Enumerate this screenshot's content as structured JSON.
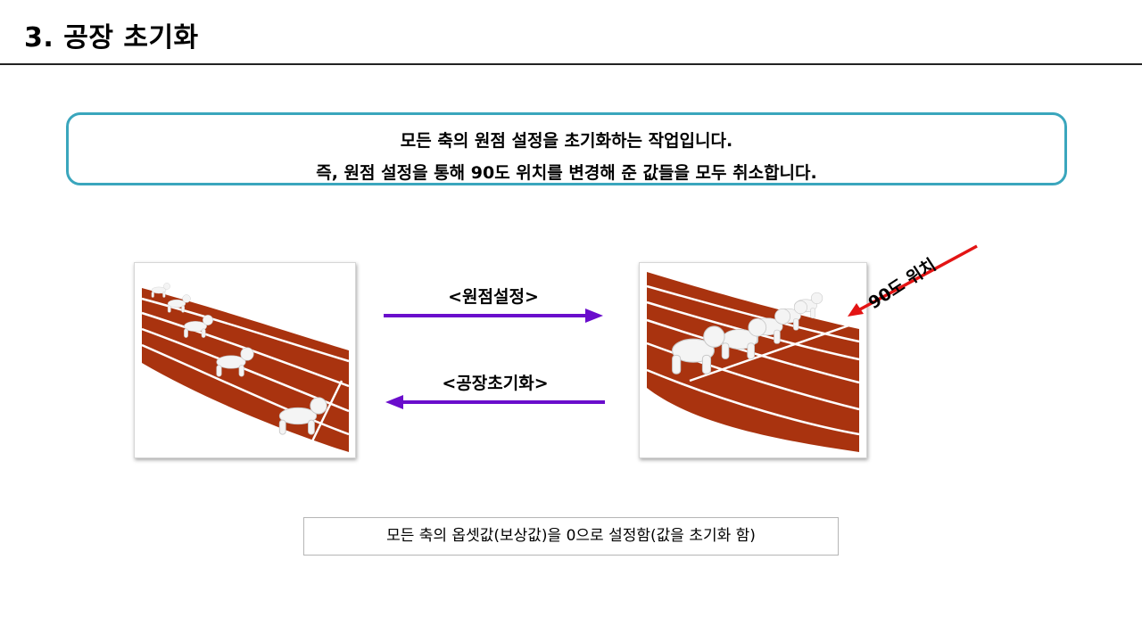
{
  "slide": {
    "title": "3. 공장 초기화"
  },
  "info_box": {
    "line1": "모든 축의 원점 설정을 초기화하는 작업입니다.",
    "line2": "즉, 원점 설정을 통해 90도 위치를 변경해 준 값들을 모두 취소합니다."
  },
  "diagram": {
    "forward_label": "<원점설정>",
    "backward_label": "<공장초기화>",
    "pointer_label": "90도 위치",
    "arrow_color": "#6a0dcc",
    "pointer_color": "#e31414",
    "track_color": "#a9330f"
  },
  "footer": {
    "text": "모든 축의 옵셋값(보상값)을 0으로 설정함(값을 초기화 함)"
  }
}
